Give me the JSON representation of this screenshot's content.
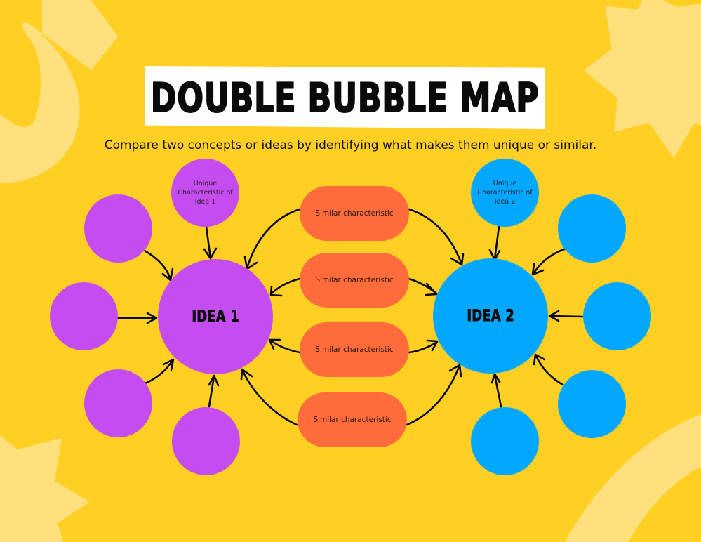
{
  "header": {
    "title": "DOUBLE BUBBLE MAP",
    "subtitle": "Compare two concepts or ideas by identifying what makes them unique or similar."
  },
  "colors": {
    "background": "#FFD023",
    "decor": "#FFE07C",
    "idea1": "#C54CEF",
    "idea2": "#02A8FF",
    "similar": "#FF6C3B",
    "banner": "#FFFFFF",
    "arrow": "#0A0A0A"
  },
  "idea1": {
    "label": "IDEA 1",
    "unique_top": "Unique Characteristic of Idea 1",
    "satellites": [
      "",
      "",
      "",
      ""
    ]
  },
  "idea2": {
    "label": "IDEA 2",
    "unique_top": "Unique Characteristic of Idea 2",
    "satellites": [
      "",
      "",
      "",
      ""
    ]
  },
  "similarities": [
    {
      "label": "Similar characteristic"
    },
    {
      "label": "Similar characteristic"
    },
    {
      "label": "Similar characteristic"
    },
    {
      "label": "Similar characteristic"
    }
  ]
}
